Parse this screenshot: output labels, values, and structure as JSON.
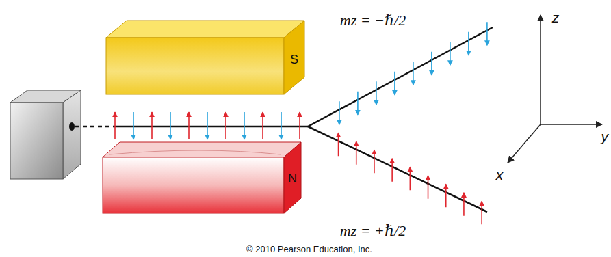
{
  "diagram": {
    "nodes": [
      {
        "text": [
          "S"
        ]
      },
      {
        "text": [
          "N"
        ]
      }
    ],
    "labels": [
      "mz = −ℏ/2",
      "mz = +ℏ/2",
      "z",
      "y",
      "x",
      "© 2010 Pearson Education, Inc."
    ]
  }
}
